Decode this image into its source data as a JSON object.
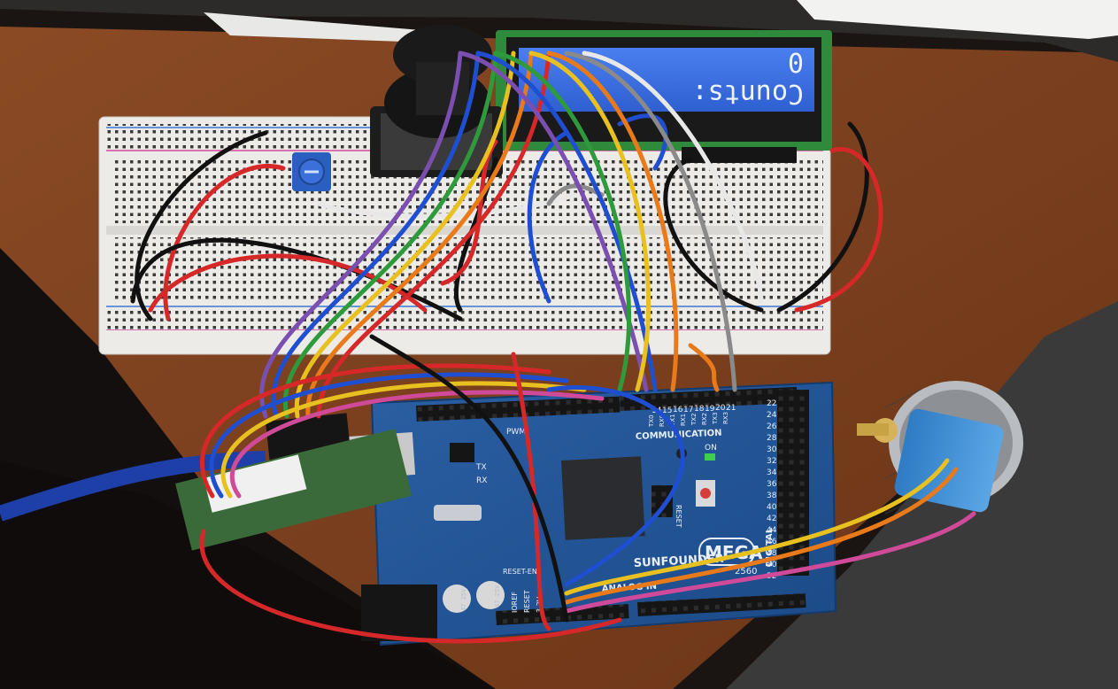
{
  "lcd": {
    "line1": "0",
    "line2": "Counts:"
  },
  "board": {
    "communication_label": "COMMUNICATION",
    "on_label": "ON",
    "pwm_label": "PWM",
    "reset_label": "RESET",
    "brand_label": "SUNFOUNDER",
    "model_label": "MEGA",
    "model_number": "2560",
    "digital_label": "DIGITAL",
    "analog_label": "ANALOG IN",
    "ioref_label": "IOREF",
    "reset_pin_label": "RESET",
    "v33_label": "3.3V",
    "reset_en_label": "RESET-EN",
    "tx_label": "TX",
    "rx_label": "RX",
    "cap1_label": "47 25V",
    "cap2_label": "47 25V",
    "tx_pin_labels": [
      "TX0",
      "RX0",
      "TX1",
      "RX1",
      "TX2",
      "RX2",
      "TX3",
      "RX3"
    ],
    "comm_numbers": [
      "14",
      "15",
      "16",
      "17",
      "18",
      "19",
      "20",
      "21"
    ],
    "right_header_numbers": [
      "22",
      "24",
      "26",
      "28",
      "30",
      "32",
      "34",
      "36",
      "38",
      "40",
      "42",
      "44",
      "46",
      "48",
      "50",
      "52"
    ]
  },
  "colors": {
    "table_wood": "#7a3f1e",
    "board_blue": "#1f4f8f",
    "lcd_blue": "#3a6fe0",
    "breadboard_white": "#ecebe8",
    "stepper_blue": "#3e8fd6"
  }
}
